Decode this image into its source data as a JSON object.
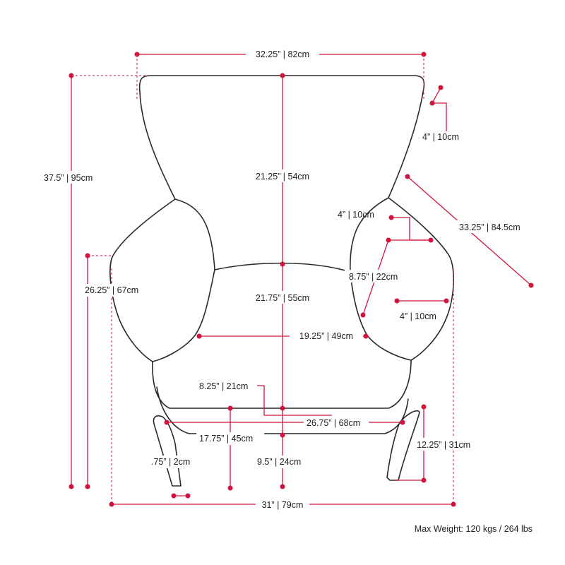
{
  "colors": {
    "dimension": "#d2143c",
    "outline": "#2a2a2a",
    "text": "#222222"
  },
  "dimensions": {
    "overall_width": "32.25” | 82cm",
    "wing_depth": "4” | 10cm",
    "overall_height": "37.5” | 95cm",
    "back_height": "21.25” | 54cm",
    "upper_arm": "4” | 10cm",
    "diagonal_depth": "33.25” | 84.5cm",
    "arm_height_outer": "26.25” | 67cm",
    "arm_width": "8.75” | 22cm",
    "seat_depth": "21.75” | 55cm",
    "lower_arm": "4” | 10cm",
    "seat_width": "19.25” | 49cm",
    "cushion_thickness": "8.25” | 21cm",
    "leg_span": "26.75” | 68cm",
    "seat_height": "17.75” | 45cm",
    "arm_height_total": "12.25” | 31cm",
    "leg_thickness": ".75” | 2cm",
    "leg_height": "9.5” | 24cm",
    "overall_depth": "31” | 79cm"
  },
  "footer": {
    "max_weight": "Max Weight: 120 kgs / 264 lbs"
  }
}
